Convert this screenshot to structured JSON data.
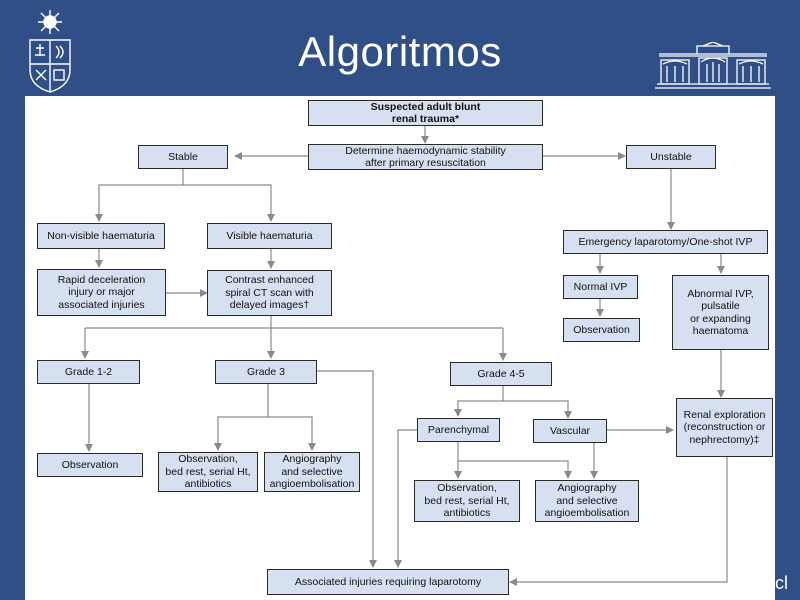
{
  "slide": {
    "title": "Algoritmos",
    "footer_fragment": "cl",
    "logo_left_icon": "university-shield-icon",
    "logo_right_icon": "building-facade-icon"
  },
  "flowchart": {
    "nodes": {
      "suspected": "Suspected adult blunt\nrenal trauma*",
      "determine": "Determine haemodynamic stability\nafter primary resuscitation",
      "stable": "Stable",
      "unstable": "Unstable",
      "nonvisible": "Non-visible haematuria",
      "visible": "Visible haematuria",
      "rapid": "Rapid deceleration\ninjury or major\nassociated injuries",
      "contrast": "Contrast enhanced\nspiral CT scan with\ndelayed images†",
      "emergency": "Emergency laparotomy/One-shot IVP",
      "normal_ivp": "Normal IVP",
      "abnormal_ivp": "Abnormal IVP,\npulsatile\nor expanding\nhaematoma",
      "observation_right": "Observation",
      "grade12": "Grade 1-2",
      "grade3": "Grade 3",
      "grade45": "Grade 4-5",
      "observation_g12": "Observation",
      "obs_bedrest_g3": "Observation,\nbed rest, serial Ht,\nantibiotics",
      "angio_g3": "Angiography\nand selective\nangioembolisation",
      "parenchymal": "Parenchymal",
      "vascular": "Vascular",
      "renal_exploration": "Renal exploration\n(reconstruction or\nnephrectomy)‡",
      "obs_bedrest_g45": "Observation,\nbed rest, serial Ht,\nantibiotics",
      "angio_g45": "Angiography\nand selective\nangioembolisation",
      "associated": "Associated injuries requiring laparotomy"
    }
  }
}
